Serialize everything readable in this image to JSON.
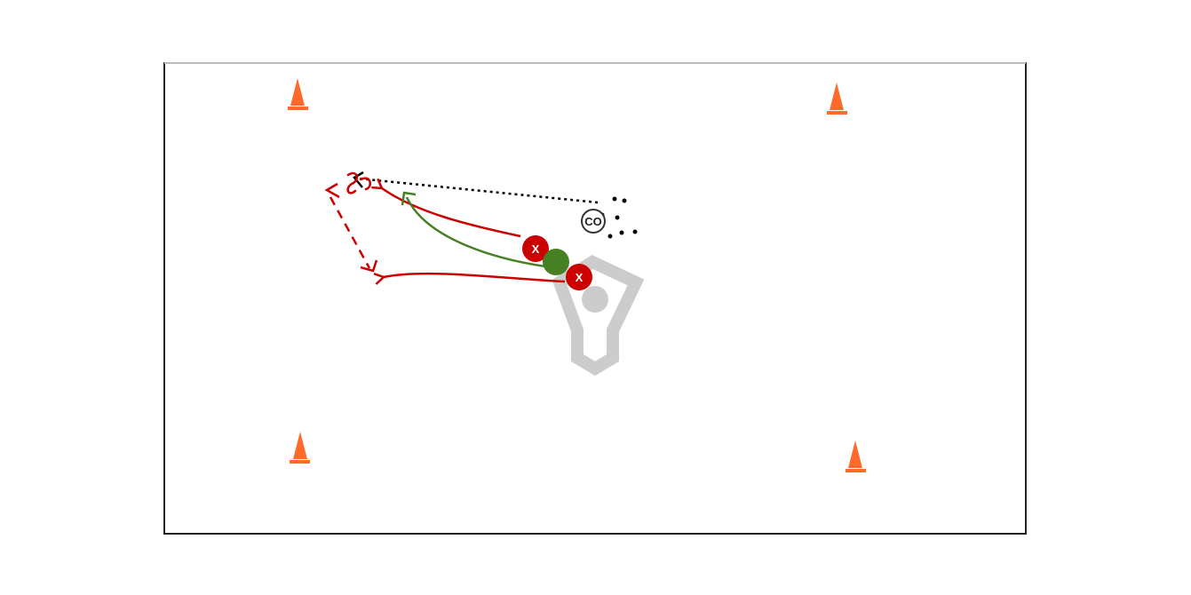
{
  "colors": {
    "background": "#ffffff",
    "field_border": "#222222",
    "field_border_top": "#bbbbbb",
    "cone": "#ff6a2b",
    "defender": "#cc0000",
    "defender_path": "#cc0000",
    "ball_carrier": "#468024",
    "ball_path": "#468024",
    "pass_line": "#000000",
    "coach_outline": "#333333",
    "goal_crease": "#cccccc"
  },
  "icons": {
    "cone": "traffic-cone-icon",
    "defender": "defender-x-icon",
    "ball_carrier": "ball-carrier-icon",
    "coach": "coach-icon",
    "goal": "lacrosse-goal-icon",
    "balls": "ball-pile-icon"
  },
  "players": {
    "defender_top_label": "X",
    "defender_bottom_label": "X",
    "coach_label": "CO"
  }
}
